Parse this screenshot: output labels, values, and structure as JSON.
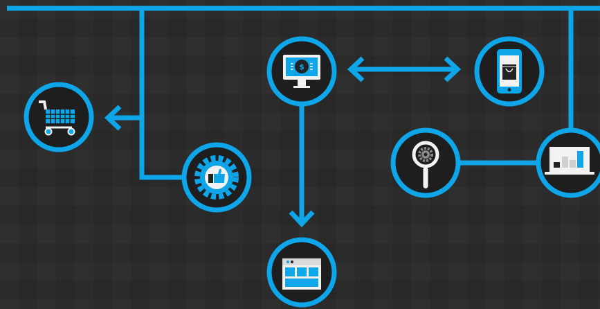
{
  "colors": {
    "background": "#2b2b2b",
    "accent": "#0ea5e9",
    "node_fill": "#1e1e1e",
    "icon_light": "#f2f2f2",
    "icon_dark": "#222222"
  },
  "nodes": [
    {
      "id": "shopping-cart",
      "icon": "shopping-cart-icon"
    },
    {
      "id": "settings-gear-like",
      "icon": "gear-thumbs-up-icon"
    },
    {
      "id": "monitor-payment",
      "icon": "monitor-dollar-icon"
    },
    {
      "id": "smartphone-shopping",
      "icon": "smartphone-bag-icon"
    },
    {
      "id": "search-settings",
      "icon": "magnifier-gear-icon"
    },
    {
      "id": "laptop-analytics",
      "icon": "laptop-chart-icon"
    },
    {
      "id": "browser-window",
      "icon": "browser-layout-icon"
    }
  ]
}
